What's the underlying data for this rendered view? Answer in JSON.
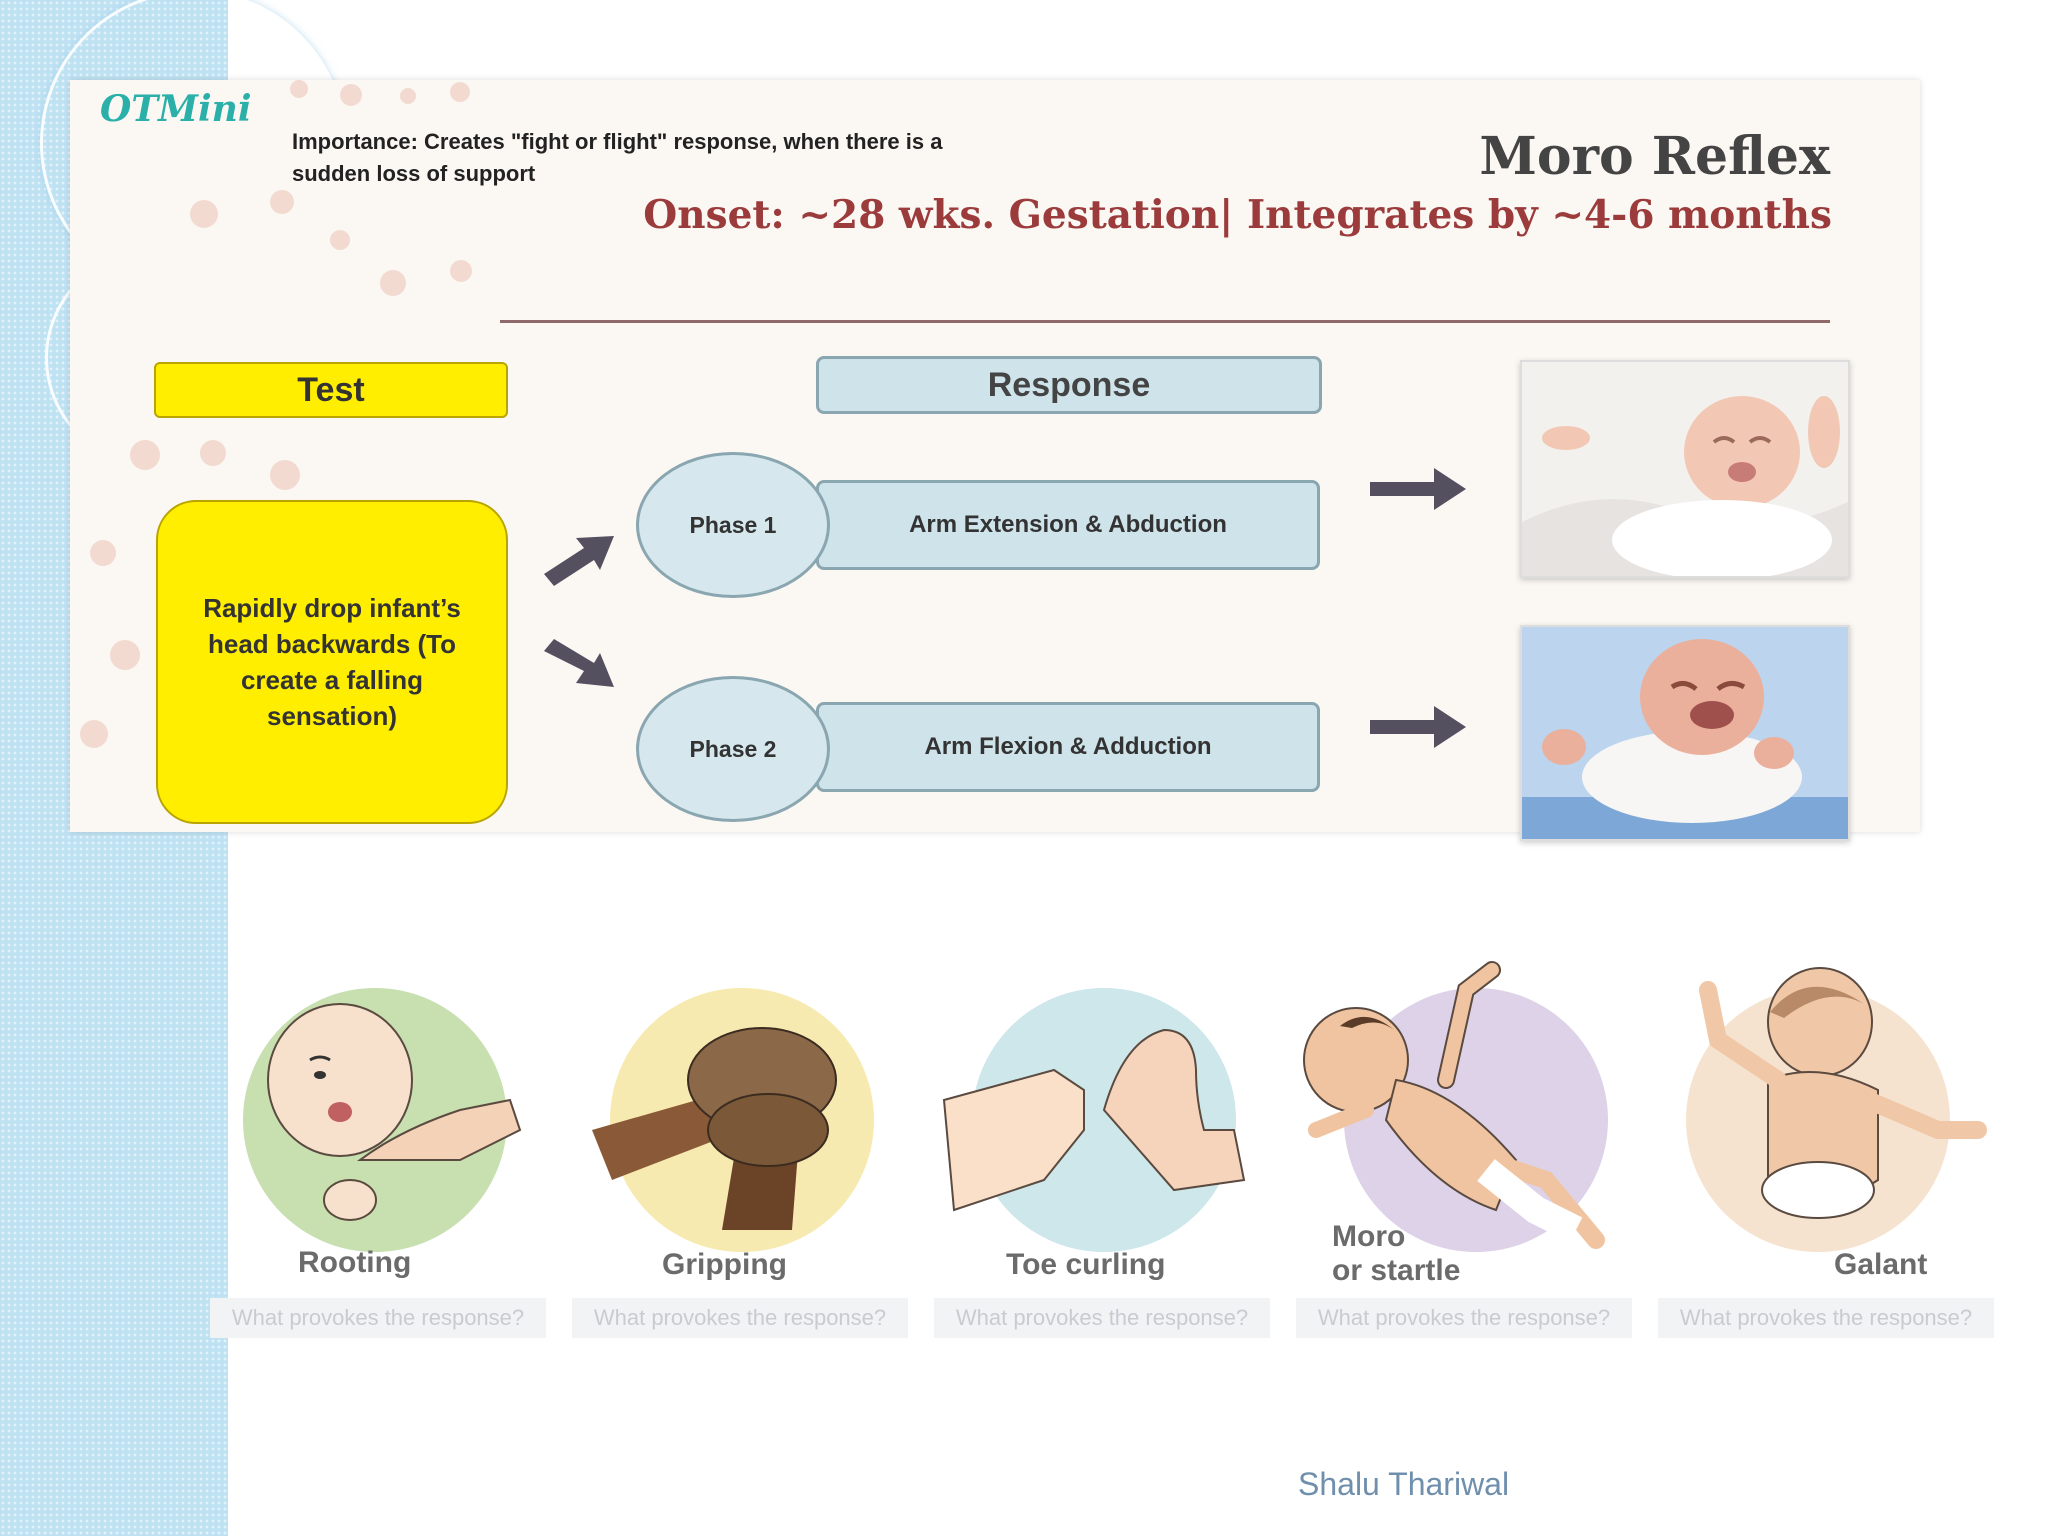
{
  "logo": "OTMini",
  "importance": "Importance: Creates \"fight or flight\" response, when there is a sudden loss of support",
  "title": "Moro Reflex",
  "onset": "Onset: ~28 wks. Gestation| Integrates by ~4-6 months",
  "test_label": "Test",
  "response_label": "Response",
  "test_text": "Rapidly drop infant’s head backwards (To create a falling sensation)",
  "phases": [
    {
      "label": "Phase 1",
      "response": "Arm Extension & Abduction"
    },
    {
      "label": "Phase 2",
      "response": "Arm Flexion & Adduction"
    }
  ],
  "reflexes": [
    {
      "name": "Rooting",
      "sub": "What provokes the response?",
      "color": "#c8dfb0"
    },
    {
      "name": "Gripping",
      "sub": "What provokes the response?",
      "color": "#f7eab0"
    },
    {
      "name": "Toe curling",
      "sub": "What provokes the response?",
      "color": "#cde7ea"
    },
    {
      "name": "Moro\nor startle",
      "sub": "What provokes the response?",
      "color": "#ddd2e8"
    },
    {
      "name": "Galant",
      "sub": "What provokes the response?",
      "color": "#f6e3cf"
    }
  ],
  "author": "Shalu Thariwal",
  "colors": {
    "test_yellow": "#ffee00",
    "response_blue": "#cfe3ea",
    "onset_red": "#9b3b3b",
    "side_blue": "#bfe2f3"
  }
}
